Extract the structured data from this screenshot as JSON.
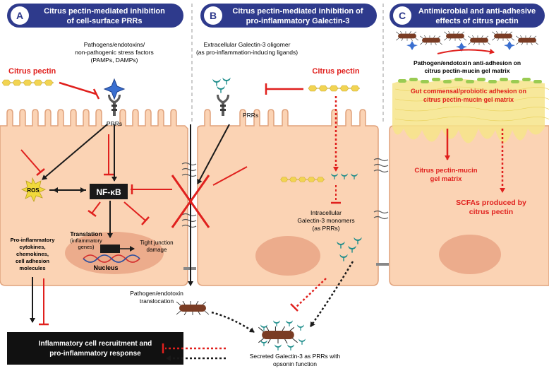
{
  "panels": {
    "a": {
      "letter": "A",
      "title_line1": "Citrus pectin-mediated inhibition",
      "title_line2": "of cell-surface PRRs"
    },
    "b": {
      "letter": "B",
      "title_line1": "Citrus pectin-mediated inhibition of",
      "title_line2": "pro-inflammatory Galectin-3"
    },
    "c": {
      "letter": "C",
      "title_line1": "Antimicrobial and anti-adhesive",
      "title_line2": "effects of citrus pectin"
    }
  },
  "labels": {
    "citrus_pectin_a": "Citrus pectin",
    "pathogens_line1": "Pathogens/endotoxins/",
    "pathogens_line2": "non-pathogenic stress factors",
    "pathogens_line3": "(PAMPs, DAMPs)",
    "prrs_a": "PRRs",
    "ros": "ROS",
    "nfkb": "NF-κB",
    "translation_line1": "Translation",
    "translation_line2": "(inflammatory",
    "translation_line3": "genes)",
    "nucleus": "Nucleus",
    "tight_junction_line1": "Tight junction",
    "tight_junction_line2": "damage",
    "cytokines_line1": "Pro-inflammatory",
    "cytokines_line2": "cytokines,",
    "cytokines_line3": "chemokines,",
    "cytokines_line4": "cell adhesion",
    "cytokines_line5": "molecules",
    "inflammatory_line1": "Inflammatory cell recruitment and",
    "inflammatory_line2": "pro-inflammatory response",
    "extracellular_line1": "Extracellular Galectin-3 oligomer",
    "extracellular_line2": "(as pro-inflammation-inducing ligands)",
    "citrus_pectin_b": "Citrus pectin",
    "prrs_b": "PRRs",
    "intracellular_line1": "Intracellular",
    "intracellular_line2": "Galectin-3 monomers",
    "intracellular_line3": "(as PRRs)",
    "translocation_line1": "Pathogen/endotoxin",
    "translocation_line2": "translocation",
    "secreted_line1": "Secreted Galectin-3 as PRRs with",
    "secreted_line2": "opsonin  function",
    "anti_adhesion_line1": "Pathogen/endotoxin anti-adhesion on",
    "anti_adhesion_line2": "citrus pectin-mucin gel matrix",
    "commensal_line1": "Gut commensal/probiotic adhesion on",
    "commensal_line2": "citrus pectin-mucin gel matrix",
    "gel_matrix_line1": "Citrus pectin-mucin",
    "gel_matrix_line2": "gel matrix",
    "scfa_line1": "SCFAs produced by",
    "scfa_line2": "citrus pectin"
  },
  "colors": {
    "banner": "#2e3a8c",
    "cell_fill": "#fbd3b4",
    "cell_stroke": "#e0a27c",
    "nucleus": "#e9a585",
    "inhibit_red": "#e0201d",
    "text_red": "#e0201d",
    "pectin_yellow": "#f2d452",
    "galectin_teal": "#1c8c8a",
    "receptor_grey": "#5a5a5a",
    "pathogen_brown": "#7a3c24",
    "mucin_yellow": "#f6e48a",
    "probiotic_green": "#9acb52",
    "black": "#1a1a1a"
  },
  "icons": [
    "receptor-icon",
    "pathogen-icon",
    "galectin-icon",
    "pectin-chain-icon",
    "dna-icon",
    "ros-burst-icon"
  ]
}
